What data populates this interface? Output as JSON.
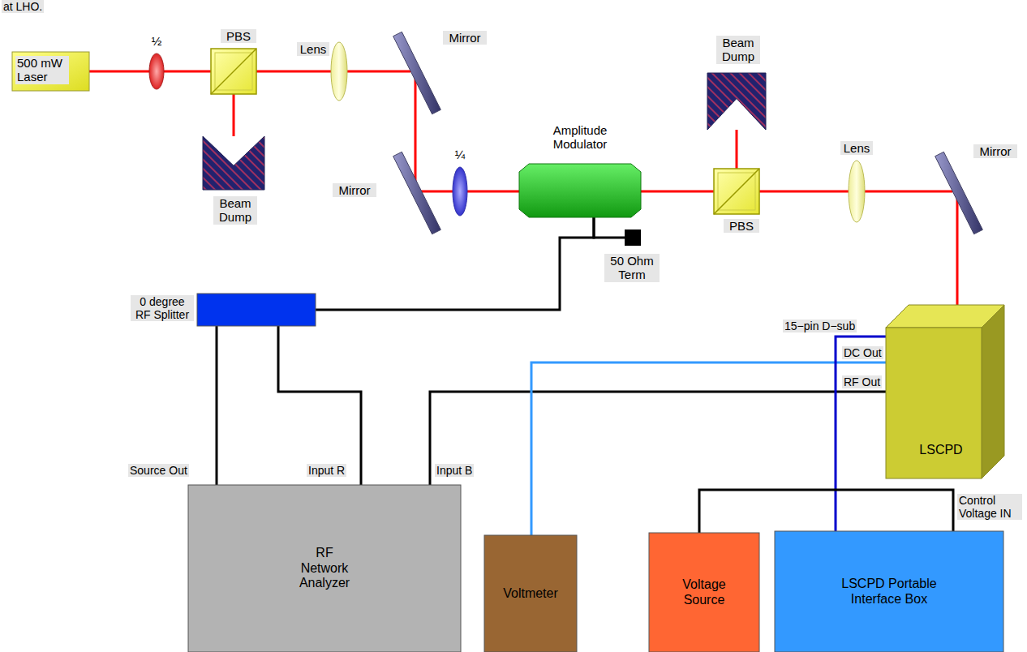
{
  "diagram": {
    "nodes": [
      {
        "text": [
          "500 mW Laser"
        ]
      },
      {
        "text": [
          "½"
        ]
      },
      {
        "text": [
          "PBS"
        ]
      },
      {
        "text": [
          "Lens"
        ]
      },
      {
        "text": [
          "Mirror"
        ]
      },
      {
        "text": [
          "Beam Dump"
        ]
      },
      {
        "text": [
          "Lens"
        ]
      },
      {
        "text": [
          "Mirror"
        ]
      },
      {
        "text": [
          "Amplitude Modulator"
        ]
      },
      {
        "text": [
          "Beam Dump"
        ]
      },
      {
        "text": [
          "Mirror"
        ]
      },
      {
        "text": [
          "¼"
        ]
      },
      {
        "text": [
          "PBS"
        ]
      },
      {
        "text": [
          "50 Ohm Term"
        ]
      },
      {
        "text": [
          "0 degree RF Splitter"
        ]
      },
      {
        "text": [
          "LSCPD"
        ]
      },
      {
        "text": [
          "RF Network Analyzer"
        ]
      },
      {
        "text": [
          "Voltmeter"
        ]
      },
      {
        "text": [
          "Voltage Source"
        ]
      },
      {
        "text": [
          "LSCPD Portable Interface Box"
        ]
      }
    ],
    "edges": [
      {
        "from": 0,
        "to": 1,
        "arrow": "none"
      },
      {
        "from": 1,
        "to": 2,
        "arrow": "none"
      },
      {
        "from": 2,
        "to": 9,
        "arrow": "none"
      },
      {
        "from": 2,
        "to": 3,
        "arrow": "none"
      },
      {
        "from": 3,
        "to": 4,
        "arrow": "none"
      },
      {
        "from": 4,
        "to": 10,
        "arrow": "none"
      },
      {
        "from": 10,
        "to": 11,
        "arrow": "none"
      },
      {
        "from": 11,
        "to": 8,
        "arrow": "none"
      },
      {
        "from": 8,
        "to": 12,
        "arrow": "none"
      },
      {
        "from": 12,
        "to": 5,
        "arrow": "none"
      },
      {
        "from": 12,
        "to": 6,
        "arrow": "none"
      },
      {
        "from": 6,
        "to": 7,
        "arrow": "none"
      },
      {
        "from": 7,
        "to": 15,
        "arrow": "none"
      },
      {
        "from": 14,
        "to": 8,
        "arrow": "none"
      },
      {
        "from": 8,
        "to": 13,
        "arrow": "none"
      },
      {
        "from": 14,
        "to": 16,
        "arrow": "none"
      },
      {
        "from": 14,
        "to": 16,
        "arrow": "none"
      },
      {
        "from": 15,
        "to": 16,
        "arrow": "none"
      },
      {
        "from": 15,
        "to": 17,
        "arrow": "none"
      },
      {
        "from": 15,
        "to": 19,
        "arrow": "none"
      },
      {
        "from": 18,
        "to": 19,
        "arrow": "none"
      }
    ],
    "labels": [
      "at LHO.",
      "Source Out",
      "Input R",
      "Input B",
      "15−pin D−sub",
      "DC Out",
      "RF Out",
      "Control Voltage IN"
    ]
  }
}
